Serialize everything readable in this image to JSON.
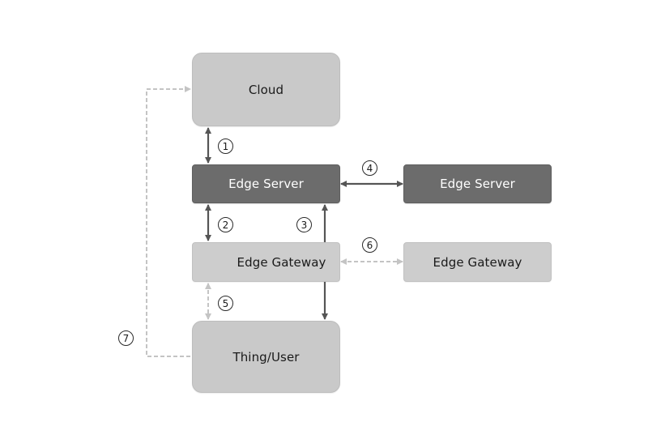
{
  "nodes": {
    "cloud": "Cloud",
    "edge_server_main": "Edge Server",
    "edge_server_peer": "Edge Server",
    "edge_gateway_main": "Edge Gateway",
    "edge_gateway_peer": "Edge Gateway",
    "thing_user": "Thing/User"
  },
  "connections": {
    "c1": "1",
    "c2": "2",
    "c3": "3",
    "c4": "4",
    "c5": "5",
    "c6": "6",
    "c7": "7"
  },
  "colors": {
    "solid_arrow": "#555555",
    "dashed_arrow": "#c4c4c4",
    "light_node": "#c9c9c9",
    "dark_node": "#6c6c6c"
  }
}
